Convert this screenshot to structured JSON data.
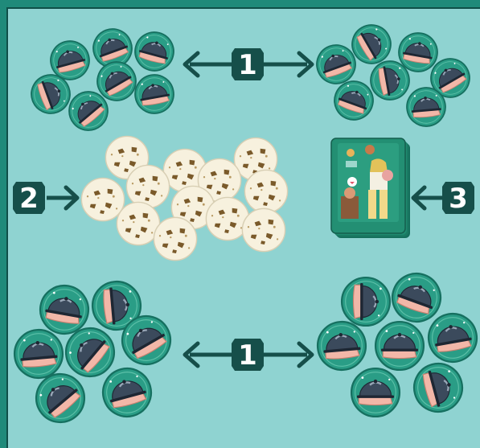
{
  "colors": {
    "frame": "#1f8a7a",
    "mat": "#8fd3d1",
    "marker": "#164f4a",
    "arrow": "#164f4a",
    "dish_token": "#2a9d86",
    "cloche": "#3b4a5c",
    "hand": "#f2b7a8",
    "cookie": "#f7f1de",
    "chip": "#7a5a2a",
    "card_back": "#1f8a6f"
  },
  "markers": {
    "top": "1",
    "left": "2",
    "right": "3",
    "bottom": "1"
  },
  "icons": {
    "dish_token": "cloche-token-icon",
    "cookie_token": "cookie-icon",
    "card_deck": "card-deck-icon",
    "arrow": "double-arrow-icon"
  }
}
